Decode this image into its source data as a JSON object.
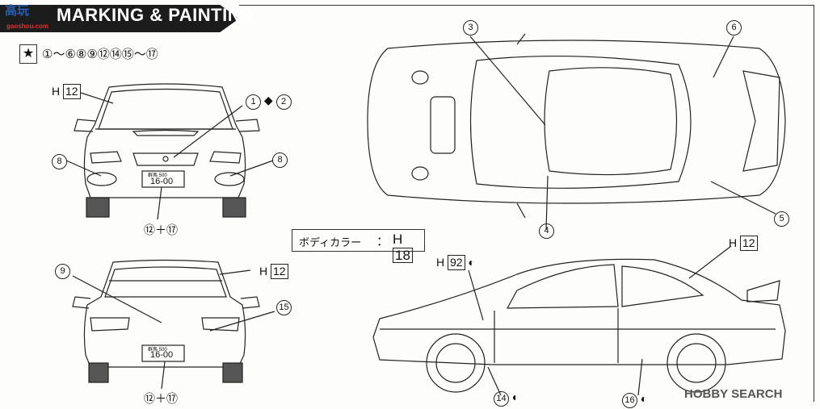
{
  "header": {
    "logo_top": "高玩",
    "logo_url": "gaoshou.com",
    "title": "MARKING & PAINTING"
  },
  "parts": {
    "star": "★",
    "list": "①～⑥⑧⑨⑫⑭⑮～⑰"
  },
  "body_color": {
    "label": "ボディカラー",
    "colon": "：",
    "h_prefix": "H",
    "h_num": "18"
  },
  "callouts": {
    "front_h": "H",
    "front_h_num": "12",
    "front_1": "1",
    "front_2": "2",
    "front_8_left": "8",
    "front_8_right": "8",
    "front_bottom": "⑫＋⑰",
    "front_plate_top": "群馬 500",
    "front_plate_num": "16-00",
    "rear_9": "9",
    "rear_h": "H",
    "rear_h_num": "12",
    "rear_15": "15",
    "rear_bottom": "⑫＋⑰",
    "rear_plate_top": "群馬 500",
    "rear_plate_num": "16-00",
    "top_3": "3",
    "top_6": "6",
    "top_4": "4",
    "top_5": "5",
    "side_h_right": "H",
    "side_h_right_num": "12",
    "side_h92": "H",
    "side_h92_num": "92",
    "side_14": "14",
    "side_16": "16"
  },
  "watermark": "HOBBY SEARCH"
}
